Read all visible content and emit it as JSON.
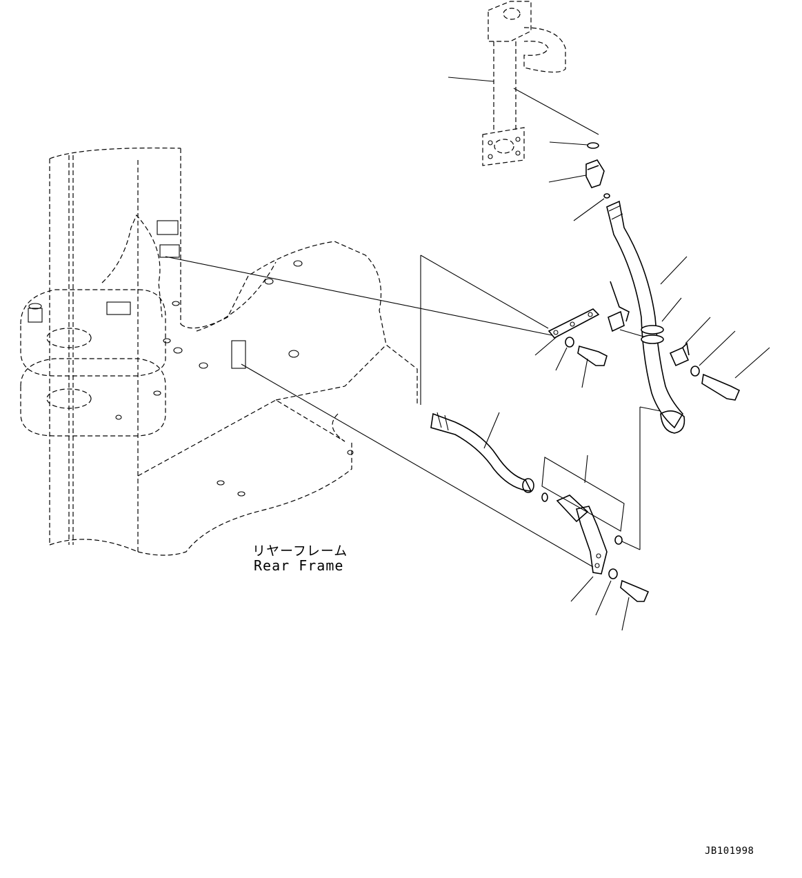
{
  "labels": {
    "rear_frame_jp": "リヤーフレーム",
    "rear_frame_en": "Rear Frame",
    "drawing_code": "JB101998"
  }
}
